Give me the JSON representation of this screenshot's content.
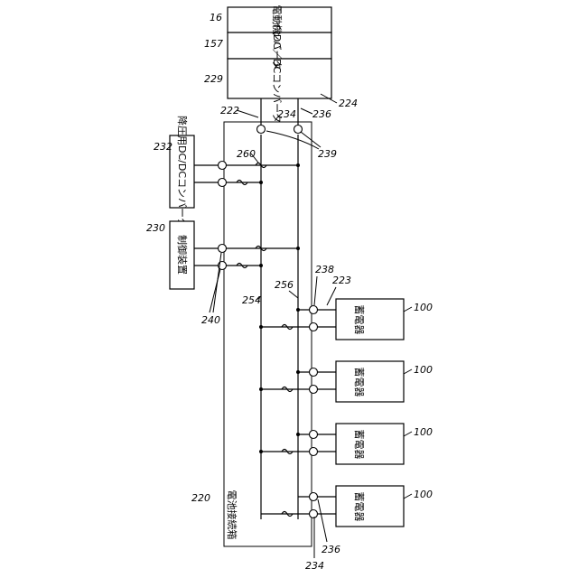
{
  "motor": {
    "label": "電動機",
    "ref": "16"
  },
  "inverter": {
    "label": "インバータ",
    "ref": "157"
  },
  "dcdc": {
    "label": "DC／DCコンバータ",
    "ref": "229"
  },
  "stepdown": {
    "label": "降圧用DC/DCコンバータ",
    "ref": "232"
  },
  "controller": {
    "label": "制御装置",
    "ref": "230"
  },
  "junction_box": {
    "label": "電池接続箱",
    "ref": "220"
  },
  "batteries": [
    {
      "label": "蓄電器",
      "ref": "100"
    },
    {
      "label": "蓄電器",
      "ref": "100"
    },
    {
      "label": "蓄電器",
      "ref": "100"
    },
    {
      "label": "蓄電器",
      "ref": "100"
    }
  ],
  "refs": {
    "r222": "222",
    "r224": "224",
    "r234_top": "234",
    "r236_top": "236",
    "r239": "239",
    "r260": "260",
    "r238": "238",
    "r223": "223",
    "r256": "256",
    "r254": "254",
    "r240": "240",
    "r234_bot": "234",
    "r236_bot": "236"
  }
}
